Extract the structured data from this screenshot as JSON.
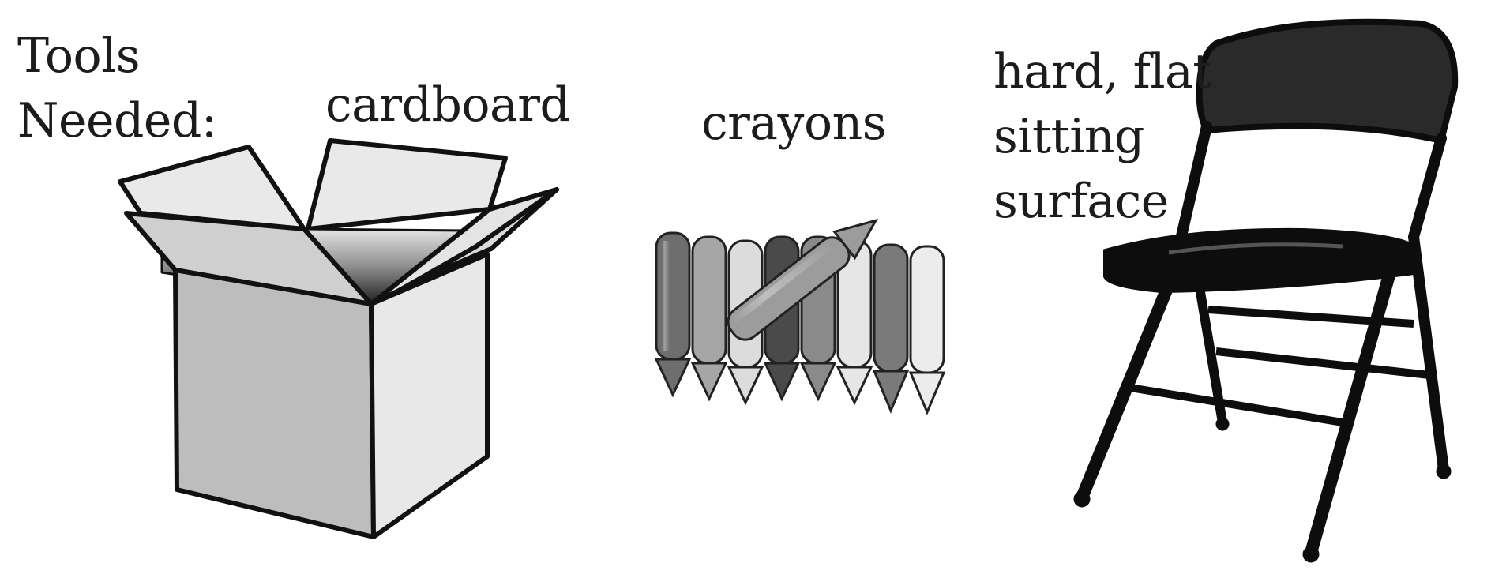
{
  "title": {
    "line1": "Tools",
    "line2": "Needed:"
  },
  "items": [
    {
      "label": "cardboard",
      "icon": "cardboard-box-icon"
    },
    {
      "label": "crayons",
      "icon": "crayons-icon"
    },
    {
      "label_lines": [
        "hard, flat",
        "sitting",
        "surface"
      ],
      "icon": "folding-chair-icon"
    }
  ],
  "colors": {
    "ink": "#111111",
    "box_light": "#e6e6e6",
    "box_mid": "#bdbdbd",
    "box_dark": "#9a9a9a",
    "chair": "#0d0d0d"
  }
}
